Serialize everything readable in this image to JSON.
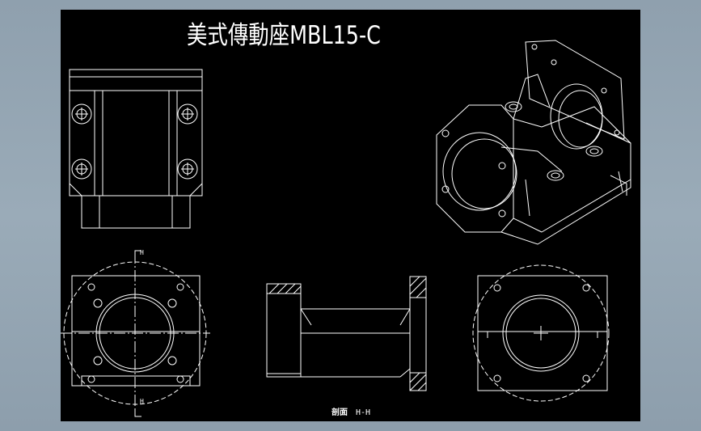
{
  "drawing": {
    "title": "美式傳動座MBL15-C",
    "section_caption_label": "剖面",
    "section_caption_name": "H-H",
    "section_marker_top": "H",
    "section_marker_bottom": "H"
  },
  "colors": {
    "background": "#000000",
    "line": "#ffffff",
    "window": "#9aabb8"
  }
}
